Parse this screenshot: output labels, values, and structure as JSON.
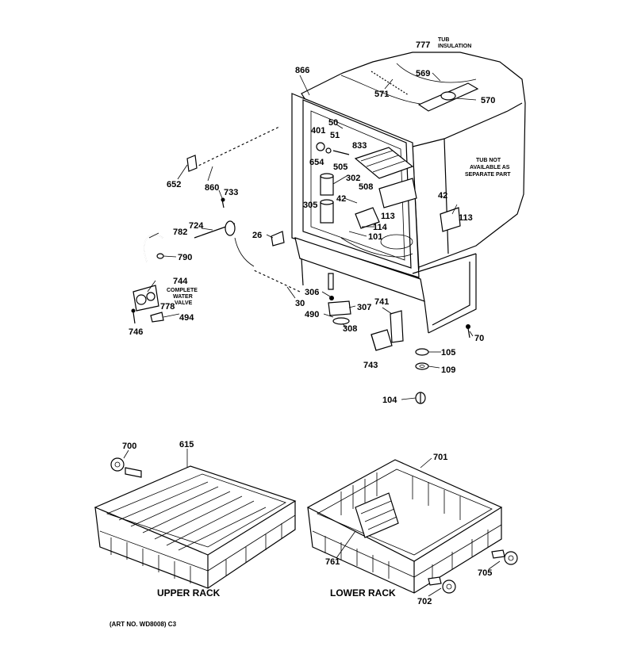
{
  "callouts": {
    "c777": "777",
    "c866": "866",
    "c569": "569",
    "c571": "571",
    "c570": "570",
    "c50": "50",
    "c401": "401",
    "c51": "51",
    "c833": "833",
    "c654": "654",
    "c505": "505",
    "c652": "652",
    "c860": "860",
    "c733": "733",
    "c302": "302",
    "c508": "508",
    "c42a": "42",
    "c305": "305",
    "c113a": "113",
    "c114": "114",
    "c101": "101",
    "c42b": "42",
    "c113b": "113",
    "c724": "724",
    "c782": "782",
    "c26": "26",
    "c790": "790",
    "c744": "744",
    "c778": "778",
    "c494": "494",
    "c746": "746",
    "c30": "30",
    "c306": "306",
    "c307": "307",
    "c741": "741",
    "c490": "490",
    "c308": "308",
    "c70": "70",
    "c105": "105",
    "c743": "743",
    "c109": "109",
    "c104": "104",
    "c700": "700",
    "c615": "615",
    "c701": "701",
    "c761": "761",
    "c705": "705",
    "c702": "702"
  },
  "notes": {
    "tub_insulation_1": "TUB",
    "tub_insulation_2": "INSULATION",
    "tub_not_1": "TUB NOT",
    "tub_not_2": "AVAILABLE AS",
    "tub_not_3": "SEPARATE PART",
    "valve_1": "COMPLETE",
    "valve_2": "WATER",
    "valve_3": "VALVE"
  },
  "captions": {
    "upper_rack": "UPPER RACK",
    "lower_rack": "LOWER RACK",
    "art_no": "(ART NO. WD8008) C3"
  }
}
